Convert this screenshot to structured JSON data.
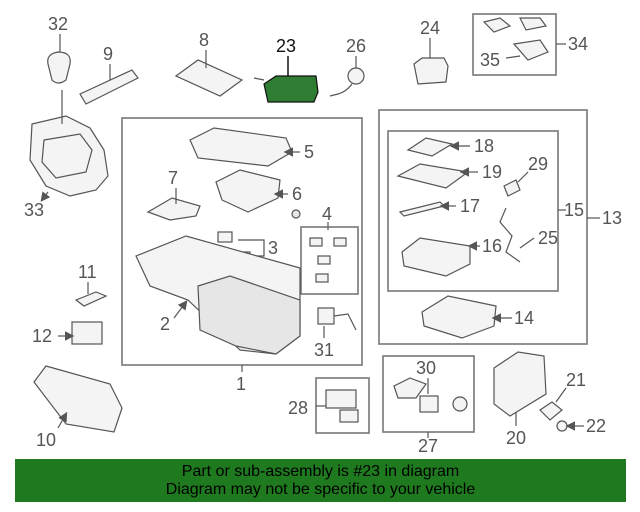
{
  "callouts": {
    "c1": "1",
    "c2": "2",
    "c3": "3",
    "c4": "4",
    "c5": "5",
    "c6": "6",
    "c7": "7",
    "c8": "8",
    "c9": "9",
    "c10": "10",
    "c11": "11",
    "c12": "12",
    "c13": "13",
    "c14": "14",
    "c15": "15",
    "c16": "16",
    "c17": "17",
    "c18": "18",
    "c19": "19",
    "c20": "20",
    "c21": "21",
    "c22": "22",
    "c23": "23",
    "c24": "24",
    "c25": "25",
    "c26": "26",
    "c27": "27",
    "c28": "28",
    "c29": "29",
    "c30": "30",
    "c31": "31",
    "c32": "32",
    "c33": "33",
    "c34": "34",
    "c35": "35"
  },
  "highlighted_part": "23",
  "colors": {
    "highlight": "#2e7d32",
    "banner": "#1f7a1f",
    "line": "#555555"
  },
  "banner": {
    "line1": "Part or sub-assembly is #23 in diagram",
    "line2": "Diagram may not be specific to your vehicle"
  }
}
